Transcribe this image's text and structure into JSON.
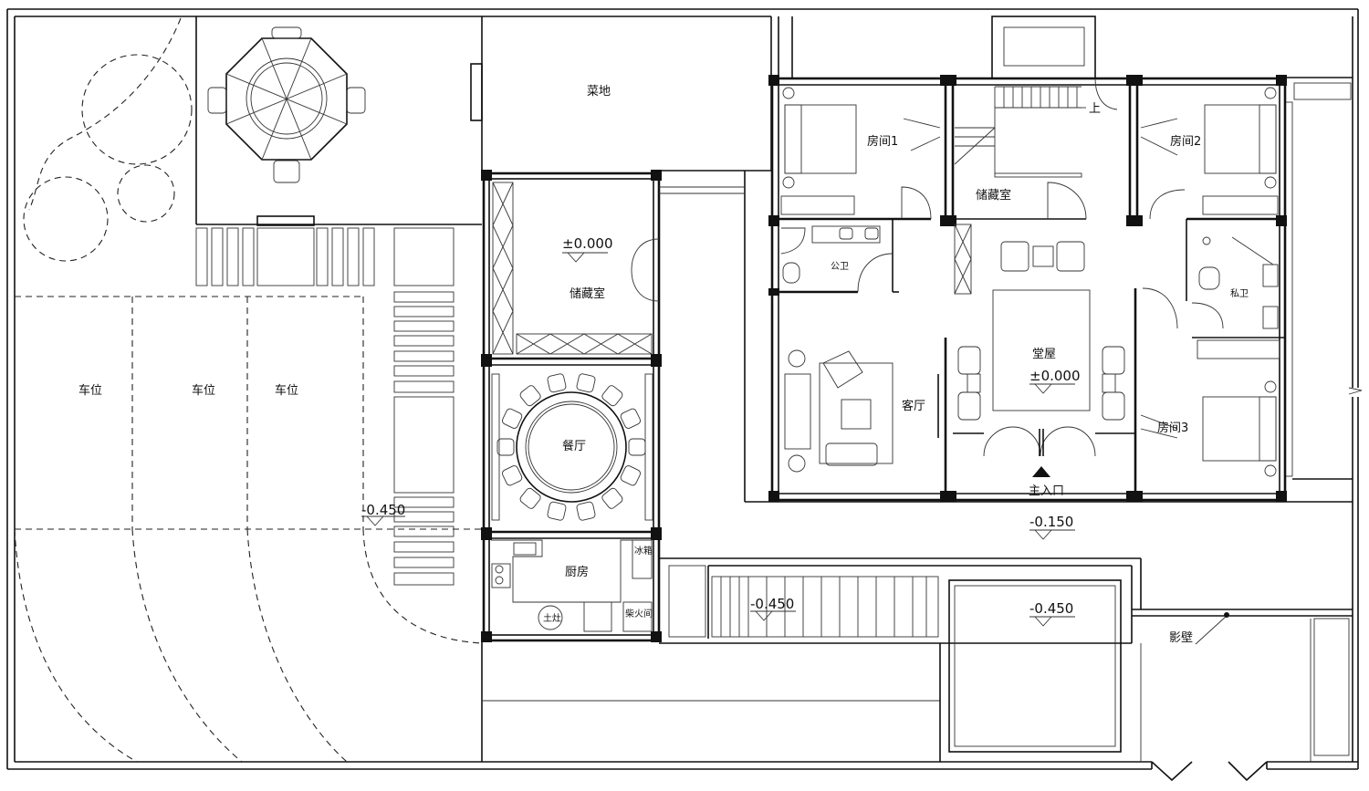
{
  "rooms": {
    "vegetable_plot": "菜地",
    "storage_left": "储藏室",
    "dining": "餐厅",
    "kitchen": "厨房",
    "fridge": "冰箱",
    "firewood": "柴火间",
    "stove": "土灶",
    "room1": "房间1",
    "room2": "房间2",
    "room3": "房间3",
    "storage_mid": "储藏室",
    "public_wc": "公卫",
    "private_wc": "私卫",
    "living": "客厅",
    "hall": "堂屋",
    "main_entrance": "主入口",
    "stair_up": "上",
    "screen_wall": "影壁"
  },
  "parking": [
    "车位",
    "车位",
    "车位"
  ],
  "elevations": {
    "storage": "±0.000",
    "hall": "±0.000",
    "yard_left": "-0.450",
    "front": "-0.150",
    "steps": "-0.450",
    "pool": "-0.450"
  }
}
